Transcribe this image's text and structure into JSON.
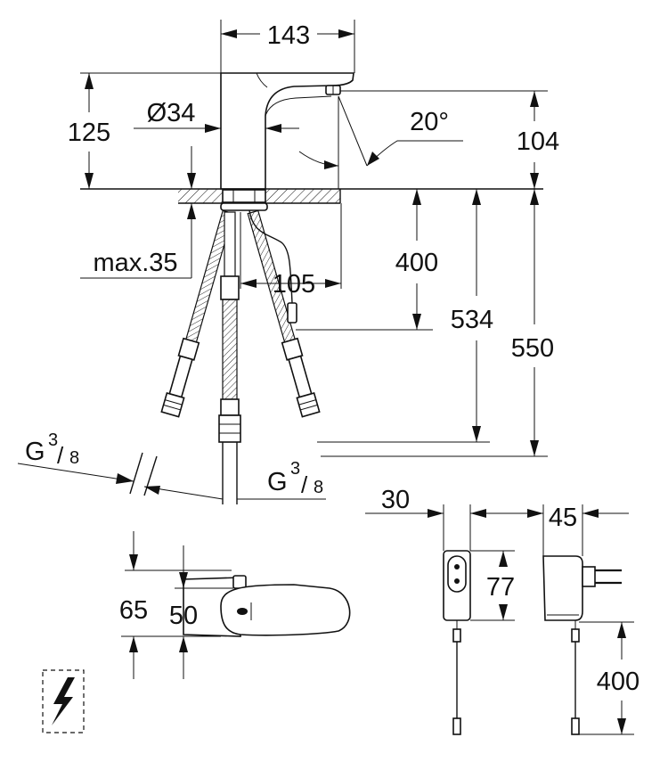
{
  "dimensions": {
    "spout_width": "143",
    "height_total": "125",
    "diameter": "Ø34",
    "spray_angle": "20°",
    "spout_height": "104",
    "max_thickness": "max.35",
    "reach": "105",
    "sensor_cable": "400",
    "hose_534": "534",
    "hose_550": "550",
    "thread_left": {
      "prefix": "G",
      "num": "3",
      "den": "8"
    },
    "thread_right": {
      "prefix": "G",
      "num": "3",
      "den": "8"
    },
    "lever_65": "65",
    "lever_50": "50",
    "adapter_width": "30",
    "adapter_depth": "45",
    "adapter_height": "77",
    "adapter_cable": "400"
  },
  "icons": {
    "mains_symbol": "lightning-bolt-icon"
  }
}
